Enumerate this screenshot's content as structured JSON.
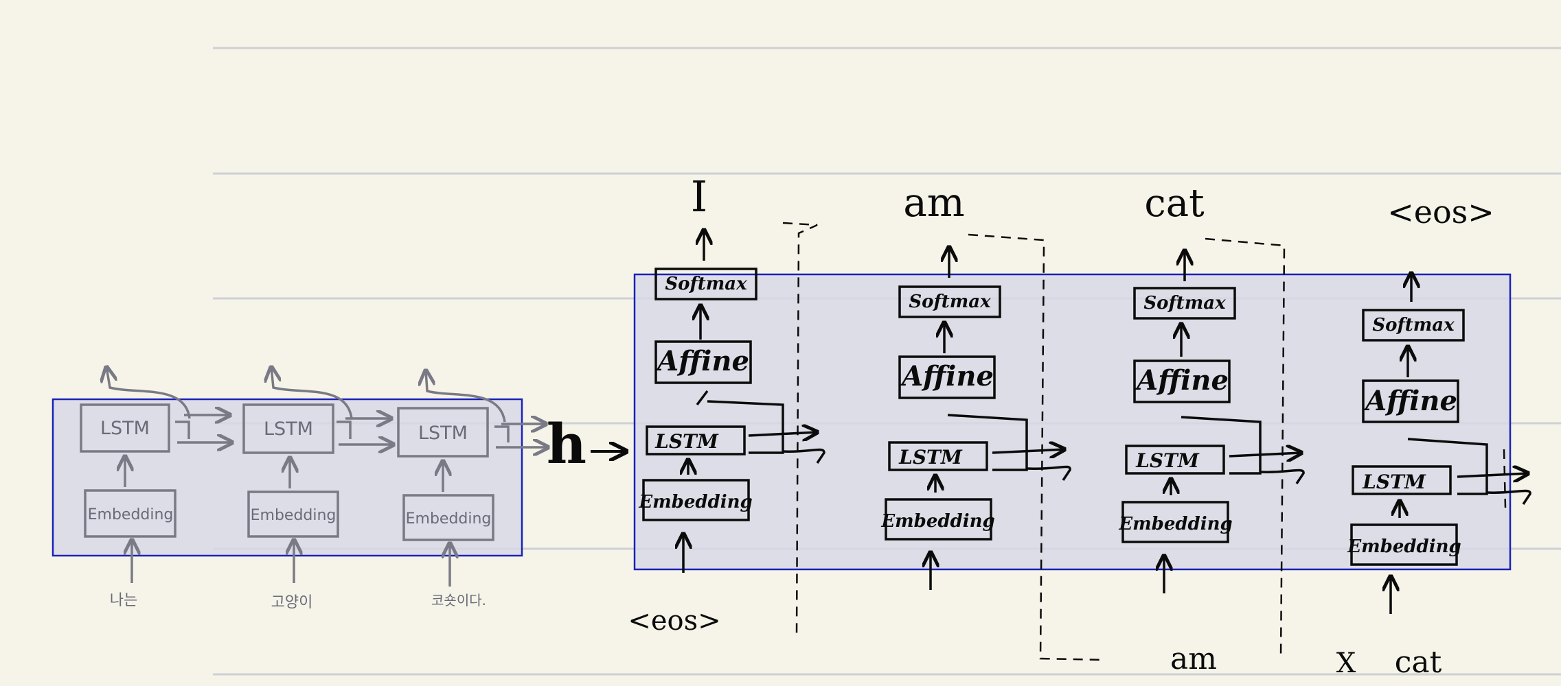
{
  "colors": {
    "paper": "#f6f4e8",
    "ruled_line": "#cdd0d4",
    "frame": "#1a22b8",
    "frame_fill": "#d8d8e6",
    "encoder_ink": "#7a7a86",
    "decoder_ink": "#0b0b0b"
  },
  "encoder": {
    "cells": [
      {
        "lstm": "LSTM",
        "embedding": "Embedding",
        "input": "나는"
      },
      {
        "lstm": "LSTM",
        "embedding": "Embedding",
        "input": "고양이"
      },
      {
        "lstm": "LSTM",
        "embedding": "Embedding",
        "input": "코숏이다."
      }
    ]
  },
  "hidden_state": "h",
  "decoder": {
    "cells": [
      {
        "output": "I",
        "softmax": "Softmax",
        "affine": "Affine",
        "lstm": "LSTM",
        "embedding": "Embedding",
        "input": "<eos>"
      },
      {
        "output": "am",
        "softmax": "Softmax",
        "affine": "Affine",
        "lstm": "LSTM",
        "embedding": "Embedding",
        "input": "am"
      },
      {
        "output": "cat",
        "softmax": "Softmax",
        "affine": "Affine",
        "lstm": "LSTM",
        "embedding": "Embedding",
        "input": "cat"
      },
      {
        "output": "<eos>",
        "softmax": "Softmax",
        "affine": "Affine",
        "lstm": "LSTM",
        "embedding": "Embedding",
        "input": ""
      }
    ],
    "crossed_mark": "X"
  }
}
